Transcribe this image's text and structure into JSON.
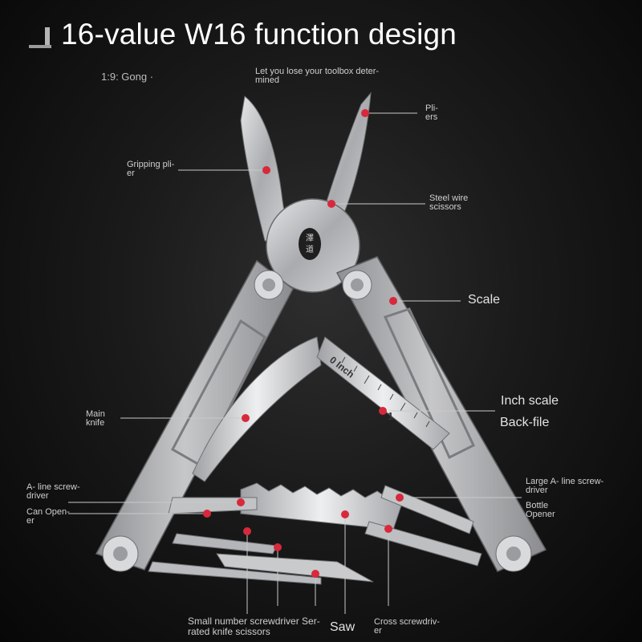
{
  "title": "16-value W16 function design",
  "subtitle_left": "1:9: Gong ·",
  "subtitle_right": "Let you lose your toolbox deter-\nmined",
  "colors": {
    "dot": "#d8283c",
    "line": "#c9c9c9",
    "steel": "#bfc0c2",
    "background": "#151515"
  },
  "labels": {
    "pliers": "Pli-\ners",
    "gripping": "Gripping pli-\ner",
    "steel_wire": "Steel wire\nscissors",
    "scale": "Scale",
    "main_knife": "Main\nknife",
    "inch_scale": "Inch scale",
    "back_file": "Back-file",
    "a_line": "A- line screw-\ndriver",
    "can_opener": "Can Open-\ner",
    "large_a_line": "Large A- line screw-\ndriver",
    "bottle_opener": "Bottle\nOpener",
    "small_number": "Small number screwdriver Ser-\nrated knife scissors",
    "saw": "Saw",
    "cross": "Cross screwdriv-\ner"
  },
  "ruler": {
    "unit": "0 Inch",
    "mark_1": "1"
  }
}
